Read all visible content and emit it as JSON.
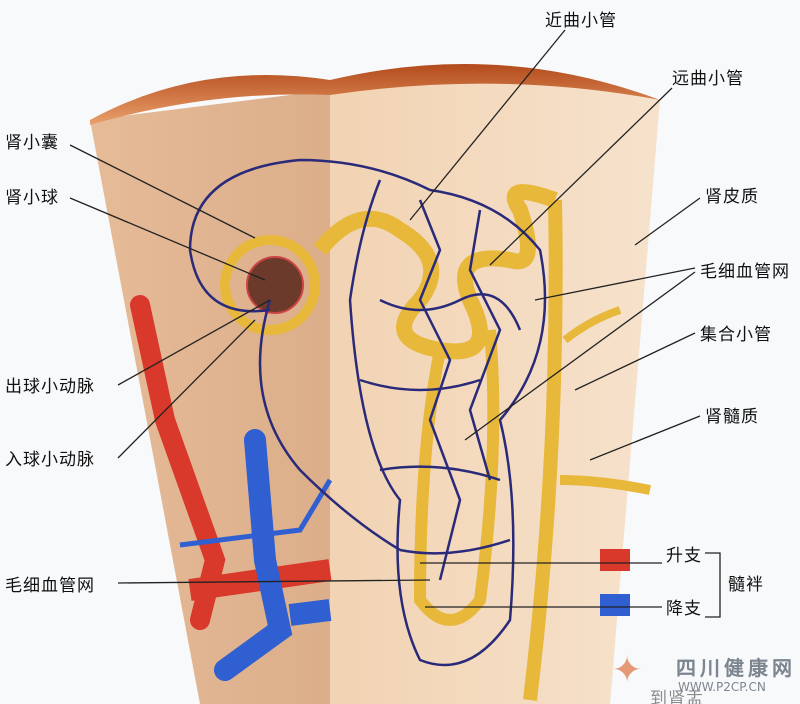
{
  "labels": {
    "proximal_tubule": "近曲小管",
    "distal_tubule": "远曲小管",
    "cortex": "肾皮质",
    "capillary_network_right": "毛细血管网",
    "collecting_tubule": "集合小管",
    "medulla": "肾髓质",
    "ascending_limb": "升支",
    "descending_limb": "降支",
    "loop_of_henle": "髓袢",
    "renal_capsule": "肾小囊",
    "glomerulus": "肾小球",
    "efferent_arteriole": "出球小动脉",
    "afferent_arteriole": "入球小动脉",
    "capillary_network_left": "毛细血管网",
    "to_pelvis": "到肾盂"
  },
  "watermark": {
    "name": "四川健康网",
    "url": "WWW.P2CP.CN"
  },
  "colors": {
    "artery": "#d9392a",
    "vein": "#2f5fd0",
    "tubule": "#e7b83a",
    "capillary": "#2a2a7a",
    "tissue": "#e9c9a6"
  }
}
